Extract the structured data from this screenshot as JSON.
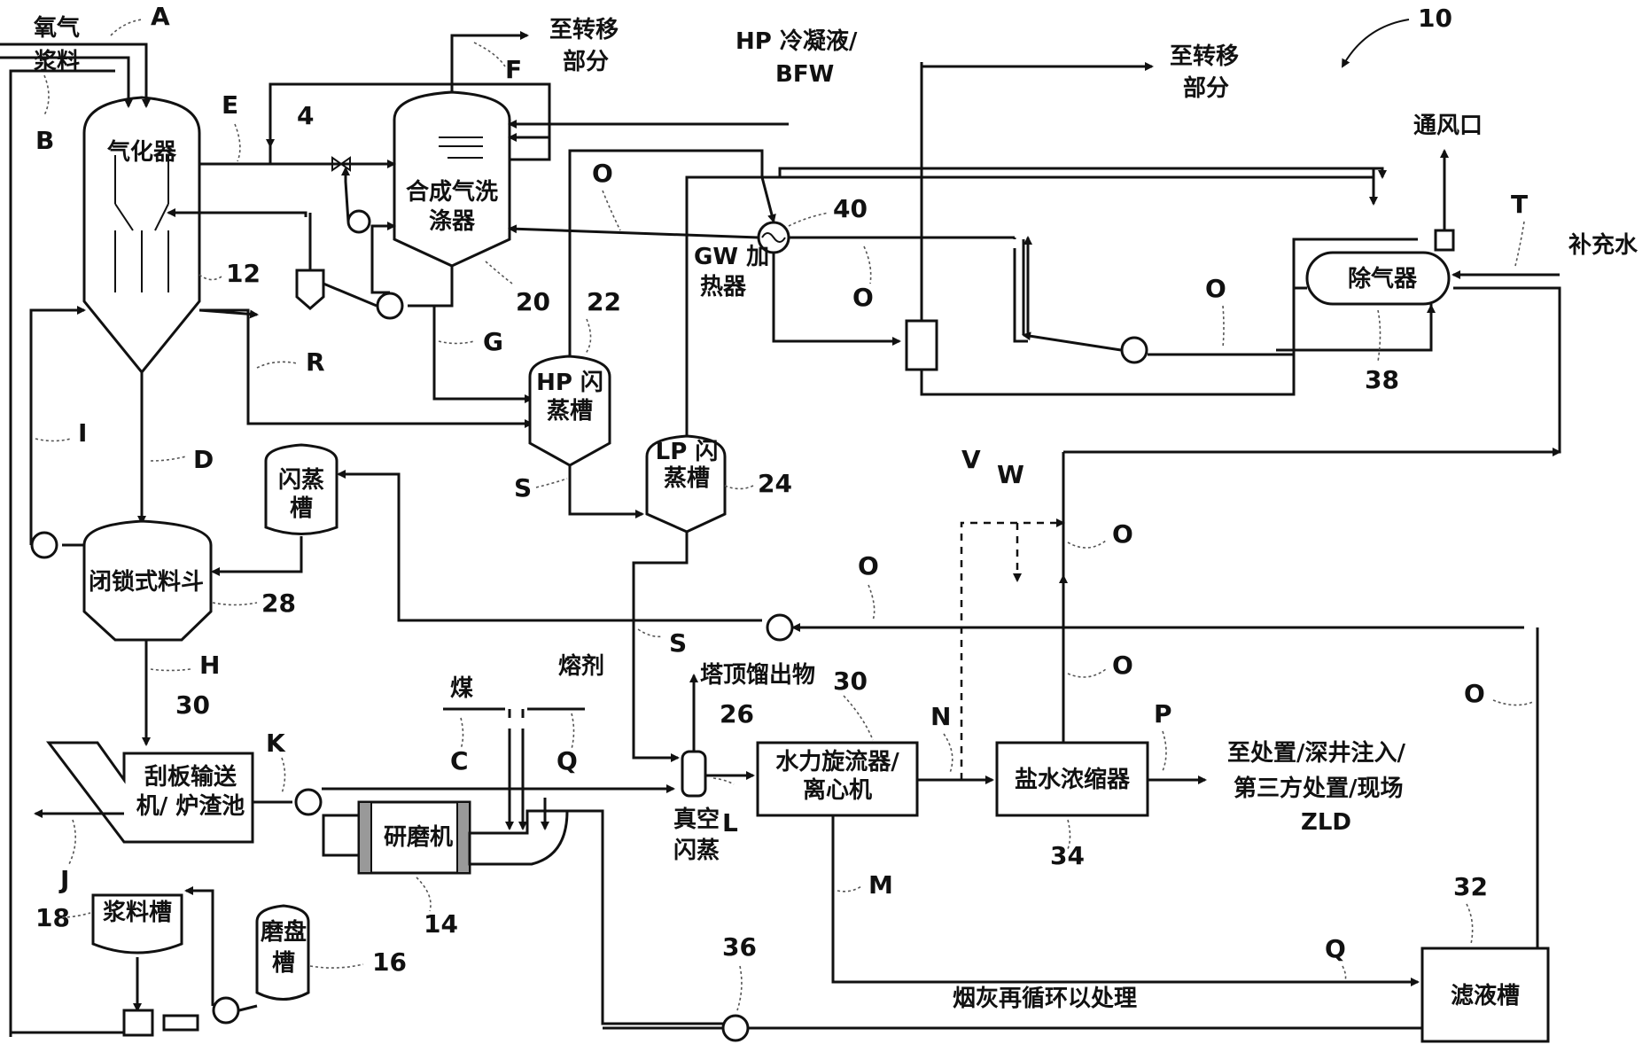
{
  "figure_number": "10",
  "equipment": {
    "gasifier": "气化器",
    "syngas_scrubber_line1": "合成气洗",
    "syngas_scrubber_line2": "涤器",
    "hp_flash_line1": "HP 闪",
    "hp_flash_line2": "蒸槽",
    "lp_flash_line1": "LP 闪",
    "lp_flash_line2": "蒸槽",
    "flash_tank_line1": "闪蒸",
    "flash_tank_line2": "槽",
    "lock_hopper": "闭锁式料斗",
    "conveyor_line1": "刮板输送",
    "conveyor_line2": "机/ 炉渣池",
    "grinder": "研磨机",
    "slurry_tank": "浆料槽",
    "mill_tank_line1": "磨盘",
    "mill_tank_line2": "槽",
    "vacuum_flash_line1": "真空",
    "vacuum_flash_line2": "闪蒸",
    "hydrocyclone_line1": "水力旋流器/",
    "hydrocyclone_line2": "离心机",
    "brine_concentrator": "盐水浓缩器",
    "filtrate_tank": "滤液槽",
    "deaerator": "除气器",
    "gw_heater_line1": "GW 加",
    "gw_heater_line2": "热器"
  },
  "stream_labels": {
    "oxygen": "氧气",
    "slurry": "浆料",
    "to_transfer1_line1": "至转移",
    "to_transfer1_line2": "部分",
    "hp_condensate_line1": "HP 冷凝液/",
    "hp_condensate_line2": "BFW",
    "to_transfer2_line1": "至转移",
    "to_transfer2_line2": "部分",
    "vent": "通风口",
    "makeup_water": "补充水",
    "coal": "煤",
    "flux": "熔剂",
    "overhead": "塔顶馏出物",
    "disposal_line1": "至处置/深井注入/",
    "disposal_line2": "第三方处置/现场",
    "disposal_line3": "ZLD",
    "soot_recycle": "烟灰再循环以处理"
  },
  "letters": {
    "A": "A",
    "B": "B",
    "C": "C",
    "D": "D",
    "E": "E",
    "F": "F",
    "G": "G",
    "H": "H",
    "I": "I",
    "J": "J",
    "K": "K",
    "L": "L",
    "M": "M",
    "N": "N",
    "O": "O",
    "P": "P",
    "Q": "Q",
    "R": "R",
    "S": "S",
    "T": "T",
    "V": "V",
    "W": "W"
  },
  "numbers": {
    "n4": "4",
    "n12": "12",
    "n14": "14",
    "n16": "16",
    "n18": "18",
    "n20": "20",
    "n22": "22",
    "n24": "24",
    "n26": "26",
    "n28": "28",
    "n30": "30",
    "n32": "32",
    "n34": "34",
    "n36": "36",
    "n38": "38",
    "n40": "40"
  }
}
